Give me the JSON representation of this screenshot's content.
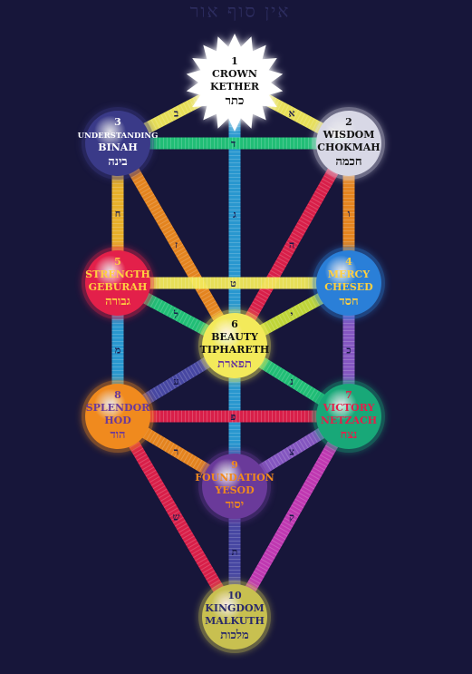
{
  "header": {
    "text": "אין סוף אור"
  },
  "sephiroth": [
    {
      "id": "kether",
      "number": "1",
      "name": "CROWN",
      "title": "KETHER",
      "hebrew": "כתר",
      "color": "#ffffff",
      "text_color": "#111111",
      "hebrew_color": "#111111"
    },
    {
      "id": "chokmah",
      "number": "2",
      "name": "WISDOM",
      "title": "CHOKMAH",
      "hebrew": "חכמה",
      "color": "#d8d8e6",
      "text_color": "#111111",
      "hebrew_color": "#111111"
    },
    {
      "id": "binah",
      "number": "3",
      "name": "UNDERSTANDING",
      "title": "BINAH",
      "hebrew": "בינה",
      "color": "#3a3a88",
      "text_color": "#ffffff",
      "hebrew_color": "#ffffff"
    },
    {
      "id": "chesed",
      "number": "4",
      "name": "MERCY",
      "title": "CHESED",
      "hebrew": "חסד",
      "color": "#2a7fd8",
      "text_color": "#ffd040",
      "hebrew_color": "#ffd040"
    },
    {
      "id": "geburah",
      "number": "5",
      "name": "STRENGTH",
      "title": "GEBURAH",
      "hebrew": "גבורה",
      "color": "#e3204a",
      "text_color": "#ffd040",
      "hebrew_color": "#ffd040"
    },
    {
      "id": "tiphareth",
      "number": "6",
      "name": "BEAUTY",
      "title": "TIPHARETH",
      "hebrew": "תפארת",
      "color": "#f3ea5a",
      "text_color": "#111111",
      "hebrew_color": "#6a3a9a"
    },
    {
      "id": "netzach",
      "number": "7",
      "name": "VICTORY",
      "title": "NETZACH",
      "hebrew": "נצח",
      "color": "#18a878",
      "text_color": "#e3204a",
      "hebrew_color": "#e3204a"
    },
    {
      "id": "hod",
      "number": "8",
      "name": "SPLENDOR",
      "title": "HOD",
      "hebrew": "הוד",
      "color": "#f08a1e",
      "text_color": "#6a3a9a",
      "hebrew_color": "#6a3a9a"
    },
    {
      "id": "yesod",
      "number": "9",
      "name": "FOUNDATION",
      "title": "YESOD",
      "hebrew": "יסוד",
      "color": "#6a3a9a",
      "text_color": "#f08a1e",
      "hebrew_color": "#f08a1e"
    },
    {
      "id": "malkuth",
      "number": "10",
      "name": "KINGDOM",
      "title": "MALKUTH",
      "hebrew": "מלכות",
      "color": "#c8c050",
      "text_color": "#2a2a6a",
      "hebrew_color": "#2a2a6a"
    }
  ],
  "paths": [
    {
      "from": "kether",
      "to": "chokmah",
      "letter": "א",
      "color": "#f3ea5a"
    },
    {
      "from": "kether",
      "to": "binah",
      "letter": "ב",
      "color": "#f3ea5a"
    },
    {
      "from": "kether",
      "to": "tiphareth",
      "letter": "ג",
      "color": "#2a9ed8"
    },
    {
      "from": "chokmah",
      "to": "binah",
      "letter": "ד",
      "color": "#22c87a"
    },
    {
      "from": "chokmah",
      "to": "tiphareth",
      "letter": "ה",
      "color": "#e3204a"
    },
    {
      "from": "chokmah",
      "to": "chesed",
      "letter": "ו",
      "color": "#f08a1e"
    },
    {
      "from": "binah",
      "to": "tiphareth",
      "letter": "ז",
      "color": "#f08a1e"
    },
    {
      "from": "binah",
      "to": "geburah",
      "letter": "ח",
      "color": "#f3b82a"
    },
    {
      "from": "chesed",
      "to": "geburah",
      "letter": "ט",
      "color": "#f3ea5a"
    },
    {
      "from": "chesed",
      "to": "tiphareth",
      "letter": "י",
      "color": "#c8e038"
    },
    {
      "from": "chesed",
      "to": "netzach",
      "letter": "כ",
      "color": "#8a5ac8"
    },
    {
      "from": "geburah",
      "to": "tiphareth",
      "letter": "ל",
      "color": "#22c87a"
    },
    {
      "from": "geburah",
      "to": "hod",
      "letter": "מ",
      "color": "#2a9ed8"
    },
    {
      "from": "tiphareth",
      "to": "netzach",
      "letter": "נ",
      "color": "#22c87a"
    },
    {
      "from": "tiphareth",
      "to": "yesod",
      "letter": "ס",
      "color": "#2a9ed8"
    },
    {
      "from": "tiphareth",
      "to": "hod",
      "letter": "ע",
      "color": "#4a4aa8"
    },
    {
      "from": "netzach",
      "to": "hod",
      "letter": "פ",
      "color": "#e3204a"
    },
    {
      "from": "netzach",
      "to": "yesod",
      "letter": "צ",
      "color": "#8a5ac8"
    },
    {
      "from": "netzach",
      "to": "malkuth",
      "letter": "ק",
      "color": "#c83ab8"
    },
    {
      "from": "hod",
      "to": "yesod",
      "letter": "ר",
      "color": "#f08a1e"
    },
    {
      "from": "hod",
      "to": "malkuth",
      "letter": "ש",
      "color": "#e3204a"
    },
    {
      "from": "yesod",
      "to": "malkuth",
      "letter": "ת",
      "color": "#4a4aa8"
    }
  ]
}
